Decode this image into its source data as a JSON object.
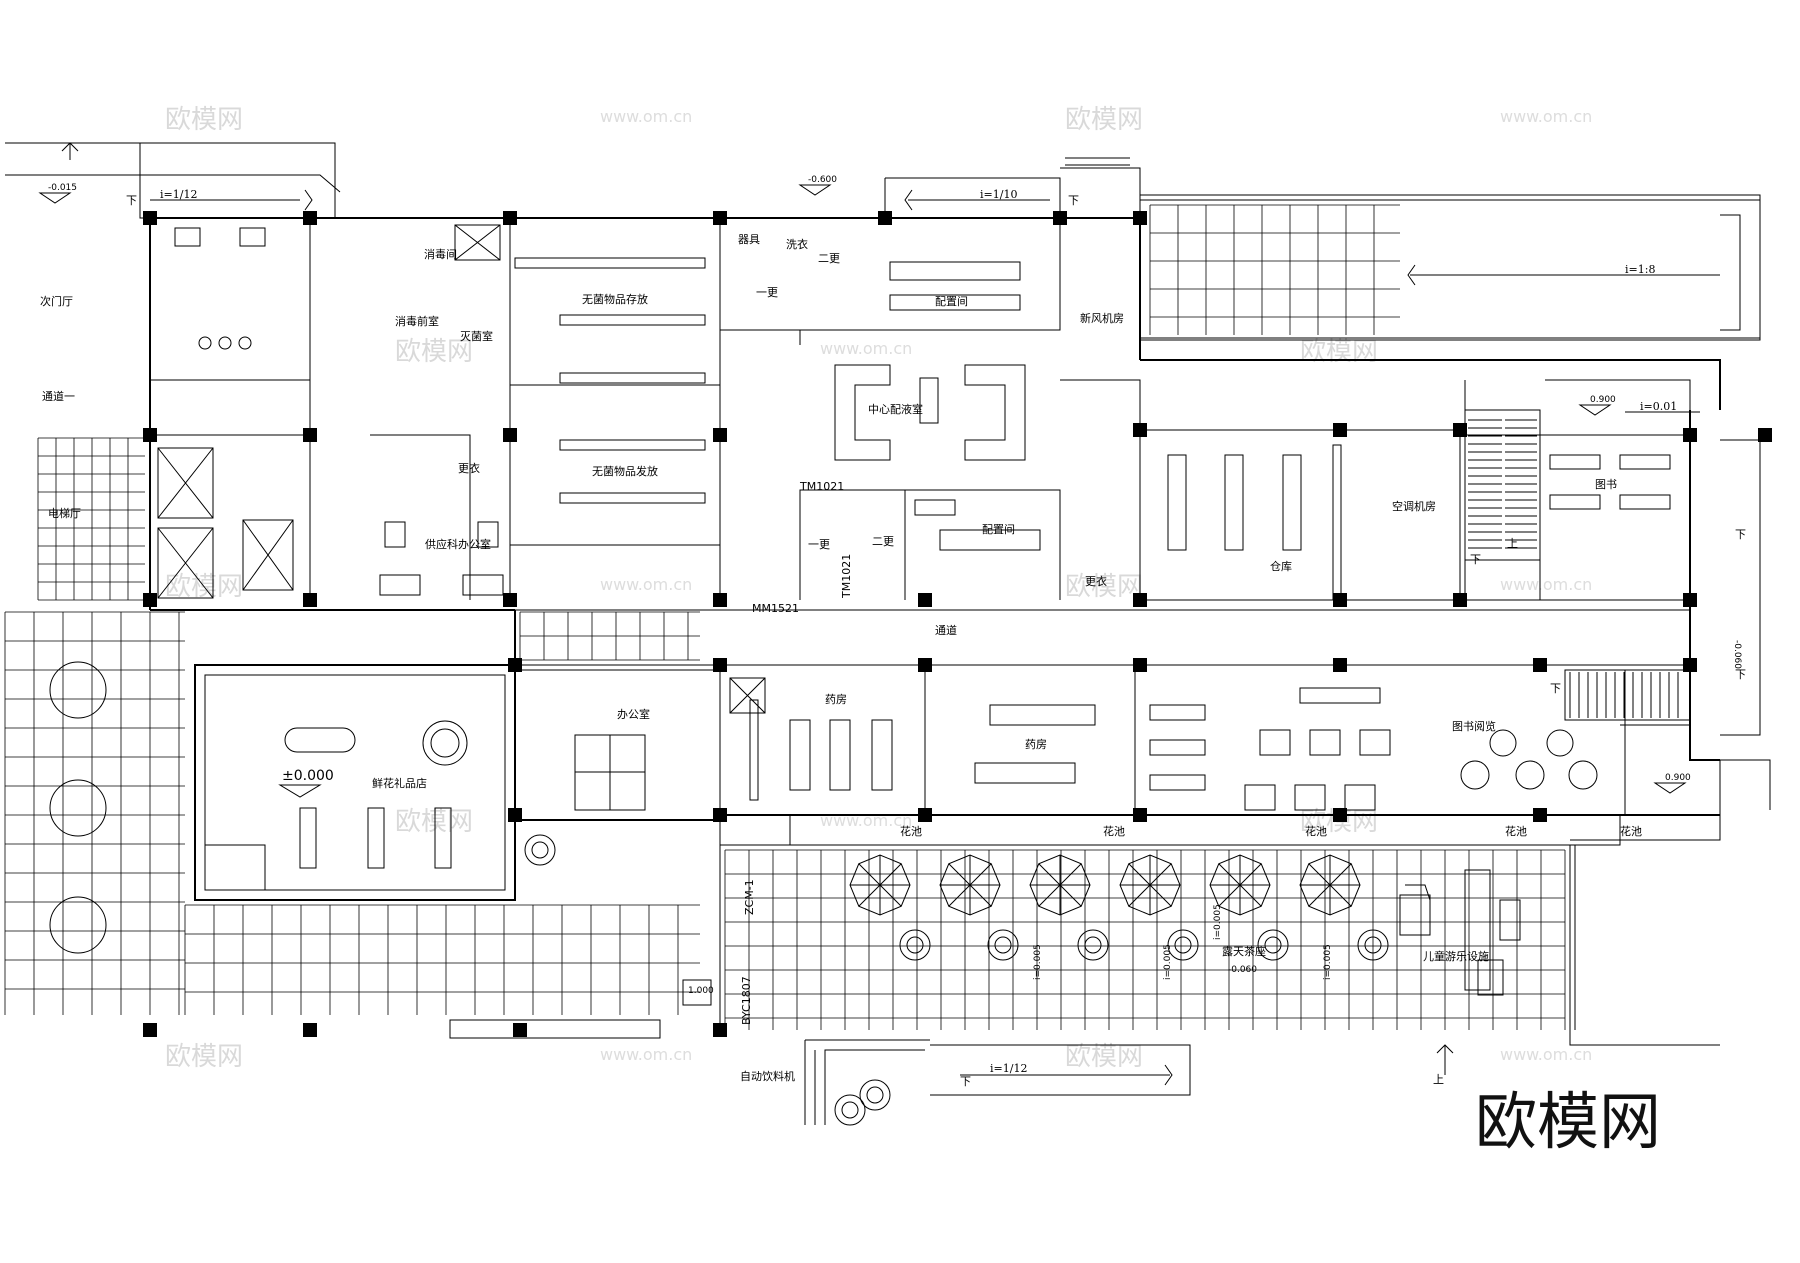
{
  "rooms": {
    "secondary_hall": "次门厅",
    "corridor_1": "通道一",
    "elevator_hall": "电梯厅",
    "disinfection": "消毒间",
    "disinfect_pre": "消毒前室",
    "sterilize": "灭菌室",
    "sterile_store": "无菌物品存放",
    "sterile_issue": "无菌物品发放",
    "tools": "器具",
    "wash": "洗衣",
    "change_1a": "一更",
    "change_2a": "二更",
    "prep_room_a": "配置间",
    "fresh_air": "新风机房",
    "central_prep": "中心配液室",
    "change_dress": "更衣",
    "supply_office": "供应科办公室",
    "change_1b": "一更",
    "change_2b": "二更",
    "prep_room_b": "配置间",
    "change_dress_b": "更衣",
    "warehouse": "仓库",
    "ac_room": "空调机房",
    "books": "图书",
    "passage": "通道",
    "florist": "鲜花礼品店",
    "office": "办公室",
    "pharmacy_a": "药房",
    "pharmacy_b": "药房",
    "library": "图书阅览",
    "flower_1": "花池",
    "flower_2": "花池",
    "flower_3": "花池",
    "flower_4": "花池",
    "flower_5": "花池",
    "outdoor_seat": "露天茶座",
    "kids_play": "儿童游乐设施",
    "vending": "自动饮料机"
  },
  "door_marks": {
    "tm_a": "TM1021",
    "tm_b": "TM1021",
    "mm": "MM1521",
    "zcm": "ZCM-1",
    "byc": "BYC1807"
  },
  "levels": {
    "l_neg015": "-0.015",
    "l_neg600": "-0.600",
    "l_900a": "0.900",
    "l_900b": "0.900",
    "l_neg060": "-0.060",
    "l_000": "±0.000",
    "l_060": "-0.060",
    "l_1000": "1.000",
    "l_005a": "i=0.005",
    "l_005b": "i=0.005",
    "l_005c": "i=0.005",
    "l_005d": "i=0.005"
  },
  "ramps": {
    "r_top_left": "i=1/12",
    "r_top_mid": "i=1/10",
    "r_top_right": "i=1:8",
    "r_right": "i=0.01",
    "r_bottom": "i=1/12"
  },
  "arrows": {
    "down_1": "下",
    "down_2": "下",
    "down_3": "下",
    "down_4": "下",
    "down_5": "下",
    "down_6": "下",
    "down_7": "下",
    "up_1": "上",
    "up_2": "上"
  },
  "watermark": {
    "brand": "欧模网",
    "url": "www.om.cn",
    "big_brand": "欧模网"
  }
}
